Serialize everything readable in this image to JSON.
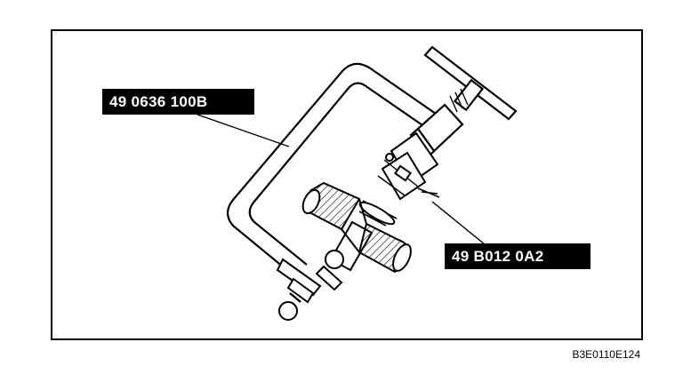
{
  "figure": {
    "callouts": [
      {
        "id": "tool-a",
        "text": "49 0636 100B"
      },
      {
        "id": "tool-b",
        "text": "49 B012 0A2"
      }
    ],
    "figure_code": "B3E0110E124"
  },
  "colors": {
    "line": "#000000",
    "background": "#ffffff",
    "callout_fill": "#000000",
    "callout_text": "#ffffff"
  }
}
